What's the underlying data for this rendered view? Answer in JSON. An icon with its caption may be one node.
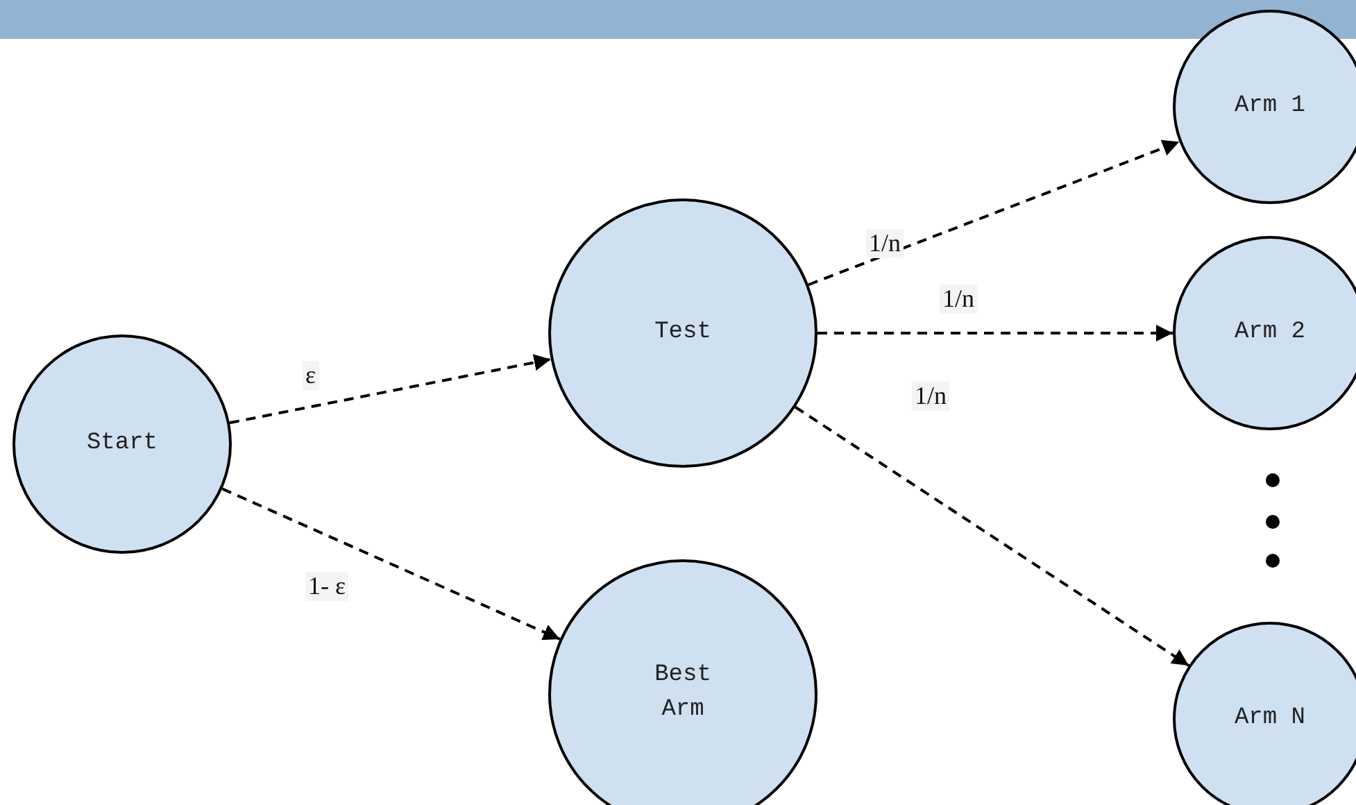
{
  "diagram": {
    "nodes": [
      {
        "text": [
          "Start"
        ]
      },
      {
        "text": [
          "Test"
        ]
      },
      {
        "text": [
          "Best Arm"
        ]
      },
      {
        "text": [
          "Arm 1"
        ]
      },
      {
        "text": [
          "Arm 2"
        ]
      },
      {
        "text": [
          "Arm N"
        ]
      }
    ],
    "edges": [
      {
        "from": 0,
        "to": 1,
        "arrow": "to",
        "label": "ε",
        "style": "dashed"
      },
      {
        "from": 0,
        "to": 2,
        "arrow": "to",
        "label": "1- ε",
        "style": "dashed"
      },
      {
        "from": 1,
        "to": 3,
        "arrow": "to",
        "label": "1/n",
        "style": "dashed"
      },
      {
        "from": 1,
        "to": 4,
        "arrow": "to",
        "label": "1/n",
        "style": "dashed"
      },
      {
        "from": 1,
        "to": 5,
        "arrow": "to",
        "label": "1/n",
        "style": "dashed"
      }
    ]
  }
}
